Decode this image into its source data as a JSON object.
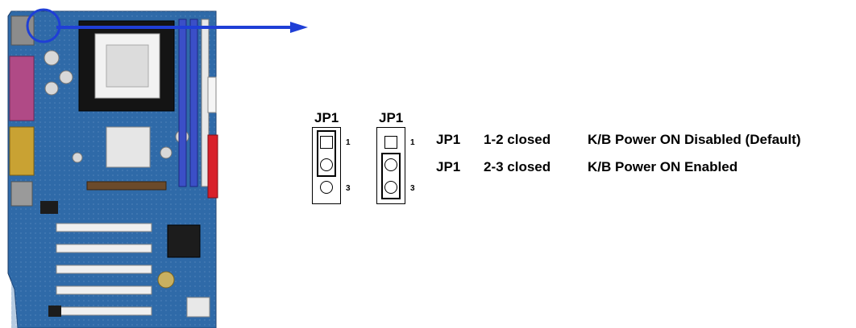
{
  "diagram": {
    "jumpers": [
      {
        "label": "JP1",
        "pin_first": "1",
        "pin_last": "3",
        "closed": "1-2"
      },
      {
        "label": "JP1",
        "pin_first": "1",
        "pin_last": "3",
        "closed": "2-3"
      }
    ],
    "settings": [
      {
        "jumper": "JP1",
        "pins": "1-2 closed",
        "description": "K/B Power ON Disabled (Default)"
      },
      {
        "jumper": "JP1",
        "pins": "2-3 closed",
        "description": "K/B Power ON Enabled"
      }
    ],
    "colors": {
      "arrow": "#1f3fd6",
      "highlight_circle": "#1f3fd6",
      "pcb": "#2a5f9e"
    }
  }
}
